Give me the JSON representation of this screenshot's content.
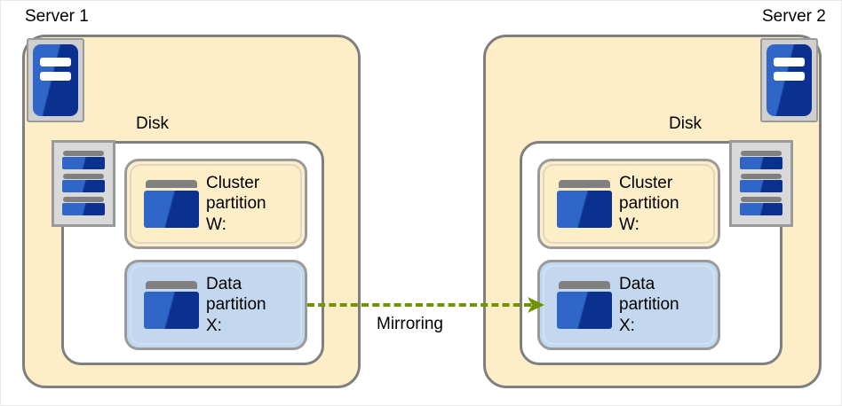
{
  "diagram": {
    "title_left": "Server 1",
    "title_right": "Server 2",
    "disk_label_left": "Disk",
    "disk_label_right": "Disk",
    "mirroring_label": "Mirroring",
    "colors": {
      "server_fill": "#fdeec8",
      "border_gray": "#7f7f7f",
      "disk_fill": "#ffffff",
      "data_partition_fill": "#c3d8ef",
      "drive_blue_light": "#2f66c8",
      "drive_blue_dark": "#0b3190",
      "drive_cap_gray": "#808080",
      "arrow_green": "#6f9400"
    }
  },
  "servers": [
    {
      "name": "Server 1",
      "disk_label": "Disk",
      "partitions": [
        {
          "id": "cluster",
          "label": "Cluster\npartition\nW:",
          "fill": "#fdeec8"
        },
        {
          "id": "data",
          "label": "Data\npartition\nX:",
          "fill": "#c3d8ef"
        }
      ]
    },
    {
      "name": "Server 2",
      "disk_label": "Disk",
      "partitions": [
        {
          "id": "cluster",
          "label": "Cluster\npartition\nW:",
          "fill": "#fdeec8"
        },
        {
          "id": "data",
          "label": "Data\npartition\nX:",
          "fill": "#c3d8ef"
        }
      ]
    }
  ],
  "connection": {
    "label": "Mirroring",
    "style": "dashed-arrow",
    "direction": "left-to-right",
    "color": "#6f9400",
    "from": "Server 1 Data partition X:",
    "to": "Server 2 Data partition X:"
  },
  "icons": {
    "server_machine": "server-tower-icon",
    "disk_stack": "disk-stack-icon",
    "drive": "hard-drive-icon"
  }
}
